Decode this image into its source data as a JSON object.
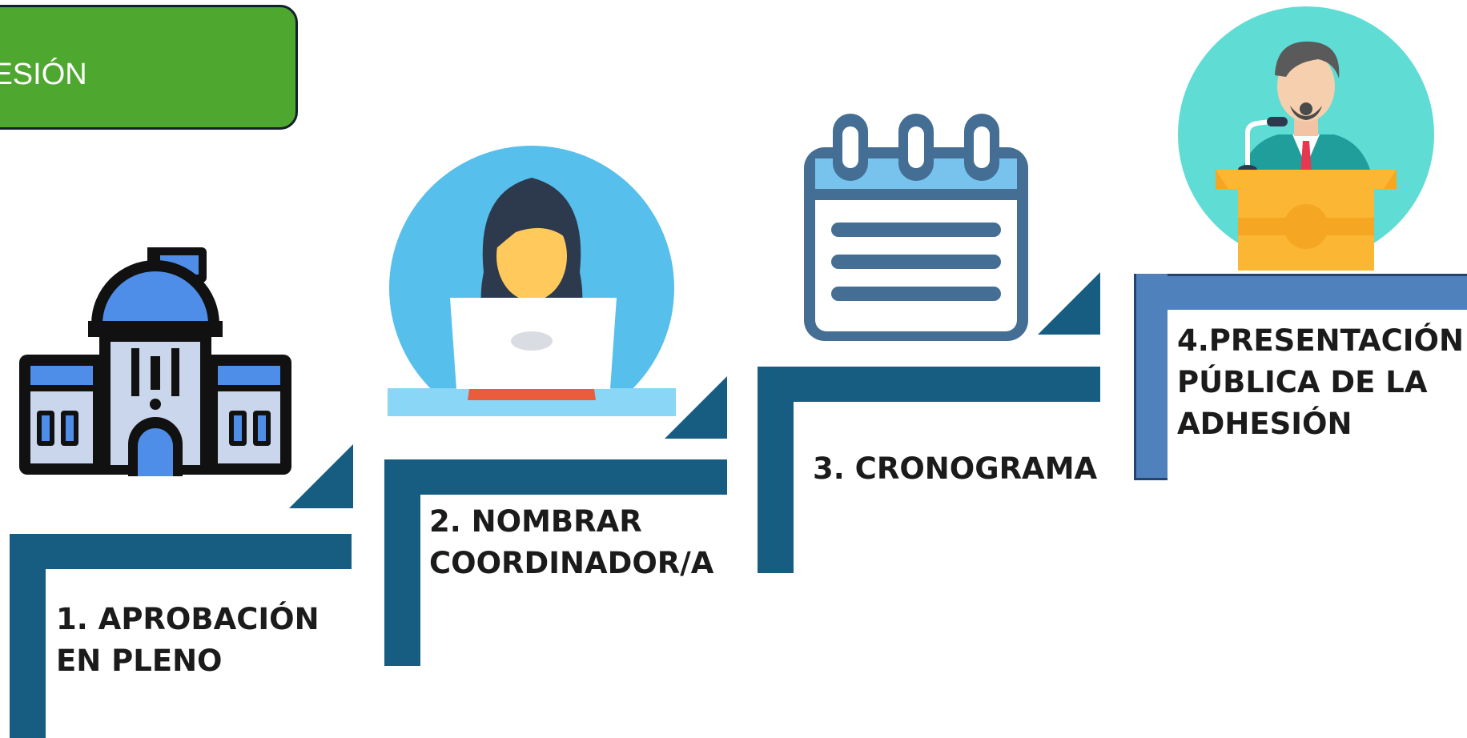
{
  "header": {
    "title": "HESIÓN",
    "color": "#4ea72e"
  },
  "steps": [
    {
      "label_line1": "1. APROBACIÓN",
      "label_line2": "EN PLENO",
      "icon": "parliament-building-icon"
    },
    {
      "label_line1": "2. NOMBRAR",
      "label_line2": "COORDINADOR/A",
      "icon": "woman-at-laptop-icon"
    },
    {
      "label_line1": "3. CRONOGRAMA",
      "label_line2": "",
      "icon": "calendar-icon"
    },
    {
      "label_line1": "4.PRESENTACIÓN",
      "label_line2": "PÚBLICA DE LA",
      "label_line3": "ADHESIÓN",
      "icon": "speaker-at-podium-icon"
    }
  ],
  "colors": {
    "stair_dark": "#175d82",
    "stair_light": "#4f81bd",
    "accent_blue": "#4f8ee8",
    "cyan": "#5fdcd4",
    "sky": "#56bfec"
  }
}
